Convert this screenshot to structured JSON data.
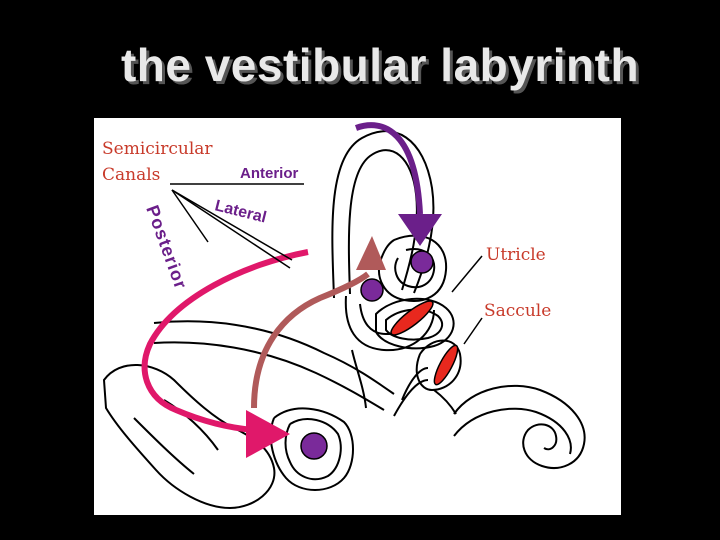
{
  "slide": {
    "title": "the vestibular labyrinth"
  },
  "labels": {
    "semicircular_line1": "Semicircular",
    "semicircular_line2": "Canals",
    "anterior": "Anterior",
    "lateral": "Lateral",
    "posterior": "Posterior",
    "utricle": "Utricle",
    "saccule": "Saccule"
  },
  "colors": {
    "background": "#000000",
    "anterior_arrow": "#6b1f8a",
    "lateral_arrow": "#b05a5a",
    "posterior_arrow": "#e0186a",
    "label_red": "#c83a2a",
    "ampulla_dot": "#7a2a9a",
    "macula_red": "#e8281e"
  }
}
